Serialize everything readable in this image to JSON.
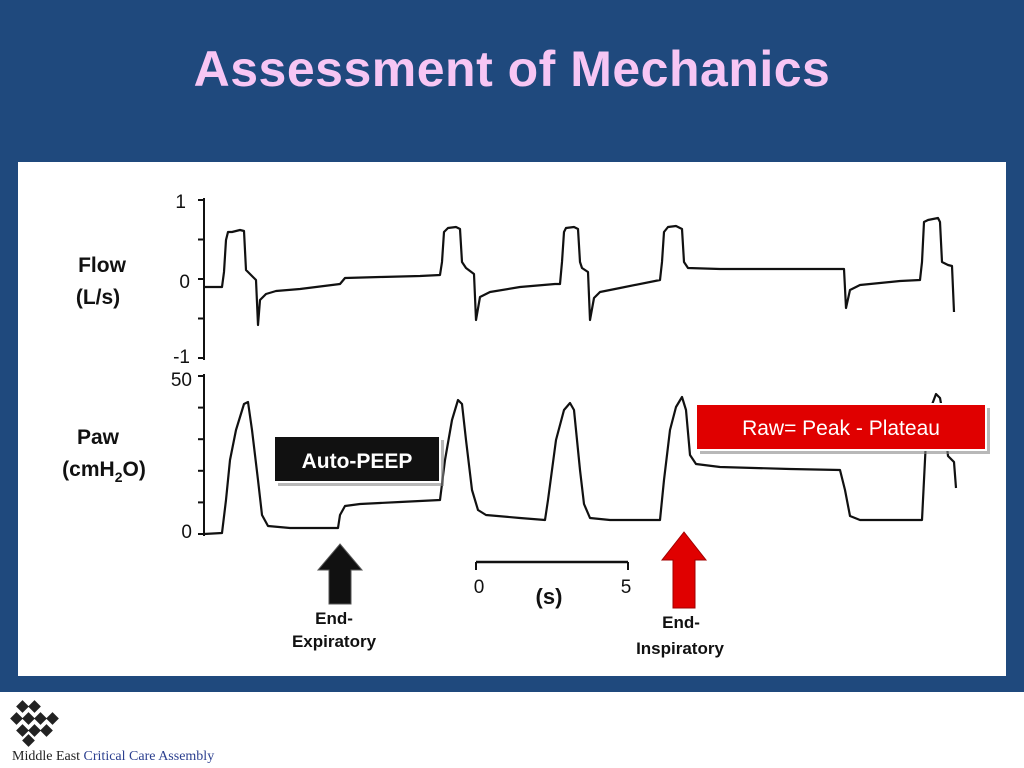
{
  "slide": {
    "title": "Assessment of Mechanics",
    "colors": {
      "background": "#1f497d",
      "title": "#f7c6f4",
      "accent_red": "#e00000",
      "arrow_black": "#111111"
    }
  },
  "chart_data": {
    "type": "line",
    "panels": [
      {
        "name": "flow",
        "ylabel_line1": "Flow",
        "ylabel_line2": "(L/s)",
        "ticks": [
          {
            "value": 1,
            "label": "1"
          },
          {
            "value": 0,
            "label": "0"
          },
          {
            "value": -1,
            "label": "-1"
          }
        ],
        "ylim": [
          -1,
          1
        ]
      },
      {
        "name": "paw",
        "ylabel_line1": "Paw",
        "ylabel_line2_pre": "(cmH",
        "ylabel_line2_sub": "2",
        "ylabel_line2_post": "O)",
        "ticks": [
          {
            "value": 50,
            "label": "50"
          },
          {
            "value": 0,
            "label": "0"
          }
        ],
        "ylim": [
          0,
          50
        ]
      }
    ],
    "time_scale": {
      "start_label": "0",
      "end_label": "5",
      "unit_label": "(s)"
    },
    "annotations": {
      "auto_peep": "Auto-PEEP",
      "raw_formula": "Raw= Peak - Plateau",
      "end_expiratory_line1": "End-",
      "end_expiratory_line2": "Expiratory",
      "end_inspiratory_line1": "End-",
      "end_inspiratory_line2": "Inspiratory"
    }
  },
  "footer": {
    "org_prefix": "Middle East ",
    "org_accent": "Critical Care Assembly"
  }
}
